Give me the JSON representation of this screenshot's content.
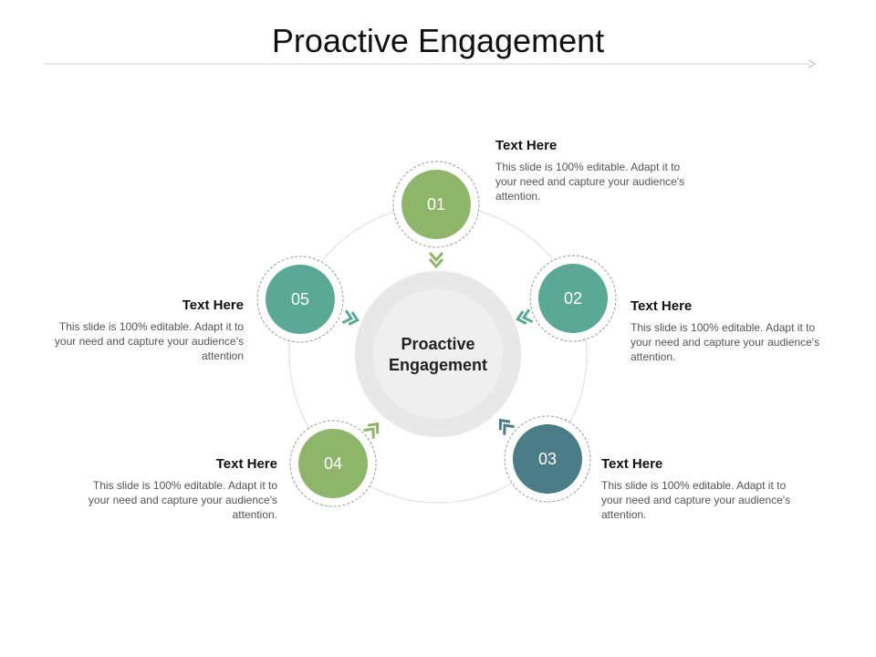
{
  "title": "Proactive Engagement",
  "center": {
    "line1": "Proactive",
    "line2": "Engagement"
  },
  "colors": {
    "green": "#8fb56a",
    "teal": "#5aa994",
    "dark_teal": "#4a7d85",
    "ring": "#e8e8e8"
  },
  "items": [
    {
      "number": "01",
      "heading": "Text Here",
      "body": "This slide is 100% editable. Adapt it to your need and capture your audience's attention."
    },
    {
      "number": "02",
      "heading": "Text Here",
      "body": "This slide is 100% editable. Adapt it to your need and capture your audience's attention."
    },
    {
      "number": "03",
      "heading": "Text Here",
      "body": "This slide is 100% editable. Adapt it to your need and capture your audience's attention."
    },
    {
      "number": "04",
      "heading": "Text Here",
      "body": "This slide is 100% editable. Adapt it to your need and capture your audience's attention."
    },
    {
      "number": "05",
      "heading": "Text Here",
      "body": "This slide is 100% editable. Adapt it to your need and capture your audience's attention"
    }
  ]
}
